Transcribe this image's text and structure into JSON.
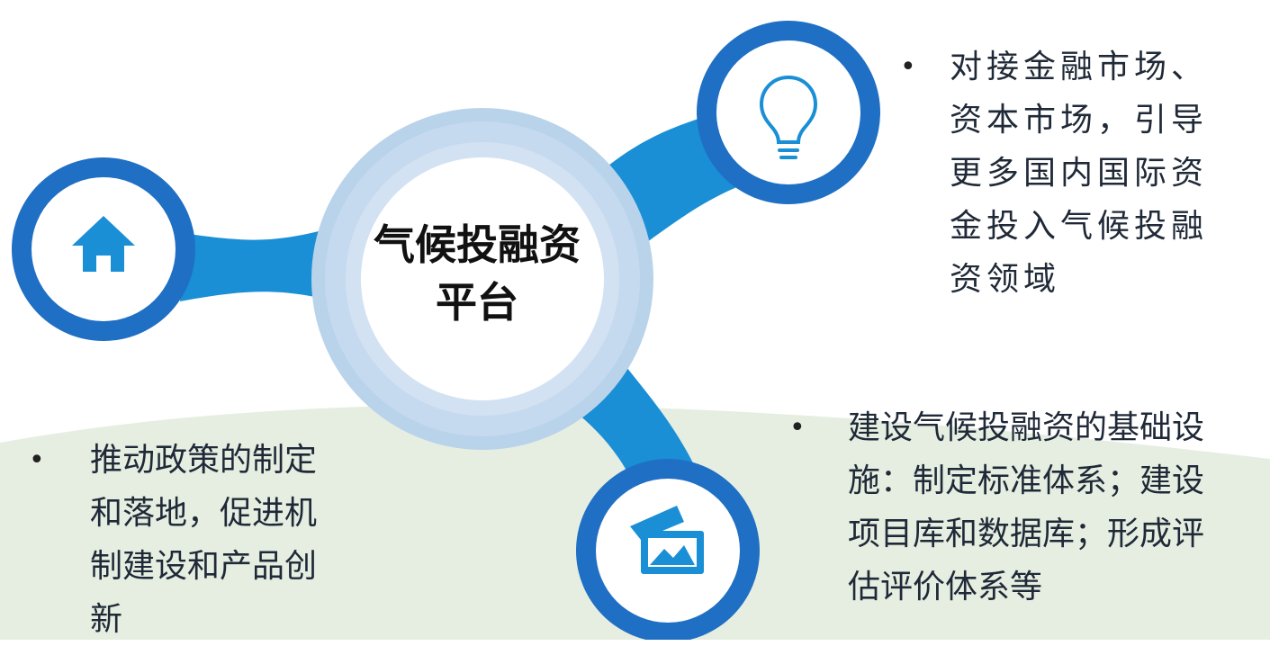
{
  "center": {
    "line1": "气候投融资",
    "line2": "平台"
  },
  "top_right": {
    "lines": [
      "对接金融市场、",
      "资本市场，引导",
      "更多国内国际资",
      "金投入气候投融",
      "资领域"
    ]
  },
  "bottom_right": {
    "lines": [
      "建设气候投融资的基础设",
      "施：制定标准体系；建设",
      "项目库和数据库；形成评",
      "估评价体系等"
    ]
  },
  "bottom_left": {
    "lines": [
      "推动政策的制定",
      "和落地，促进机",
      "制建设和产品创",
      "新"
    ]
  },
  "bullet": "•",
  "icons": {
    "top_right": "lightbulb-icon",
    "left": "home-icon",
    "bottom": "image-icon"
  },
  "colors": {
    "node_ring": "#1f6fc4",
    "connector": "#1a8fd6",
    "center_outer": "#b9d3ea",
    "center_inner": "#d2e2f3",
    "background_band": "#e6eee1"
  }
}
